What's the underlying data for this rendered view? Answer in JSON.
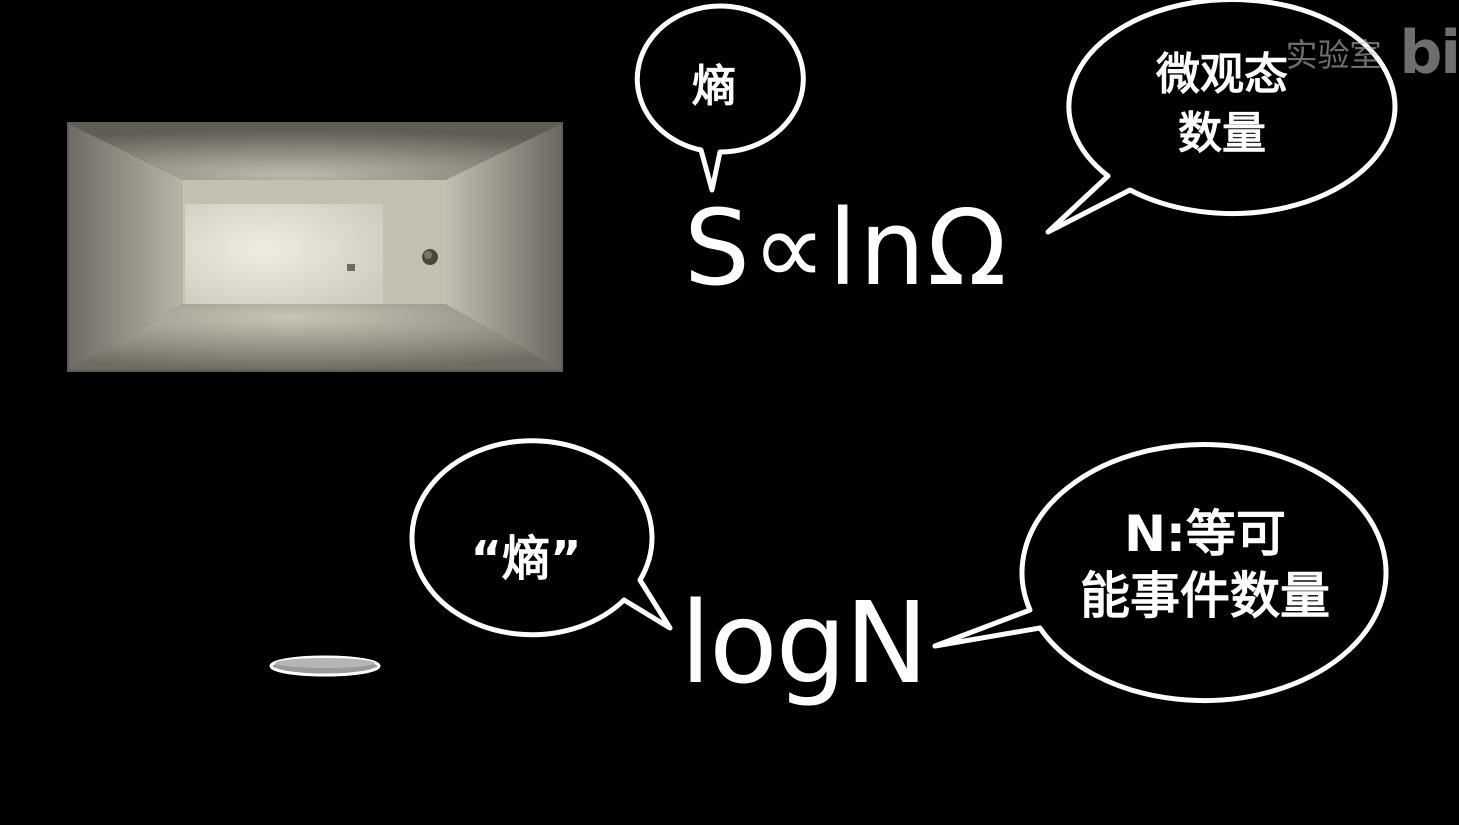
{
  "formula_top": {
    "text": "S∝lnΩ"
  },
  "formula_bottom": {
    "text": "logN"
  },
  "bubble_entropy": {
    "label": "熵"
  },
  "bubble_microstates": {
    "line1": "微观态",
    "line2": "数量"
  },
  "bubble_entropy_quoted": {
    "label": "“熵”"
  },
  "bubble_events": {
    "line1": "N:等可",
    "line2": "能事件数量"
  },
  "watermark": {
    "text": "实验室",
    "logo": "bi"
  },
  "colors": {
    "background": "#000000",
    "foreground": "#ffffff",
    "room_wall": "#8e8b7f"
  }
}
